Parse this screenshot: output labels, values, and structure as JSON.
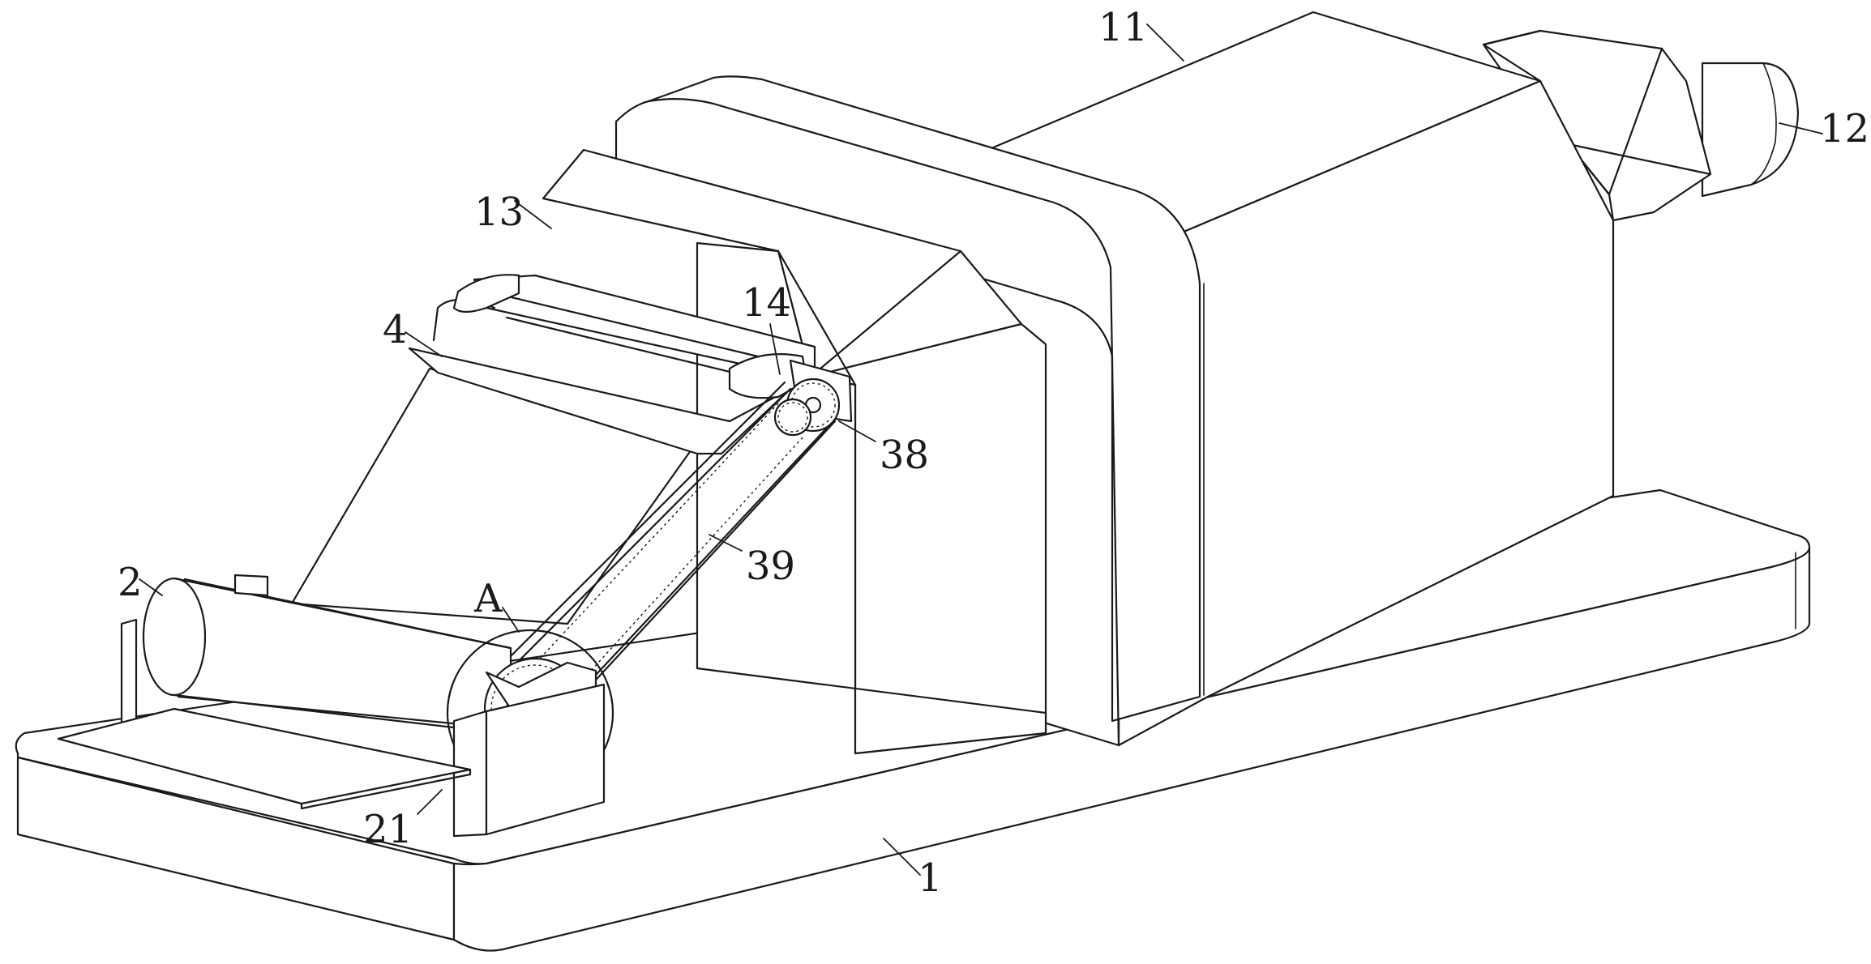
{
  "labels": {
    "base": "1",
    "roller": "2",
    "hopper": "4",
    "housing": "11",
    "outlet": "12",
    "upper_box": "13",
    "shaft": "14",
    "detail_marker": "A",
    "plate": "21",
    "upper_sprocket": "38",
    "chain_belt": "39"
  },
  "colors": {
    "line": "#1a1a1a",
    "fill": "#ffffff"
  }
}
